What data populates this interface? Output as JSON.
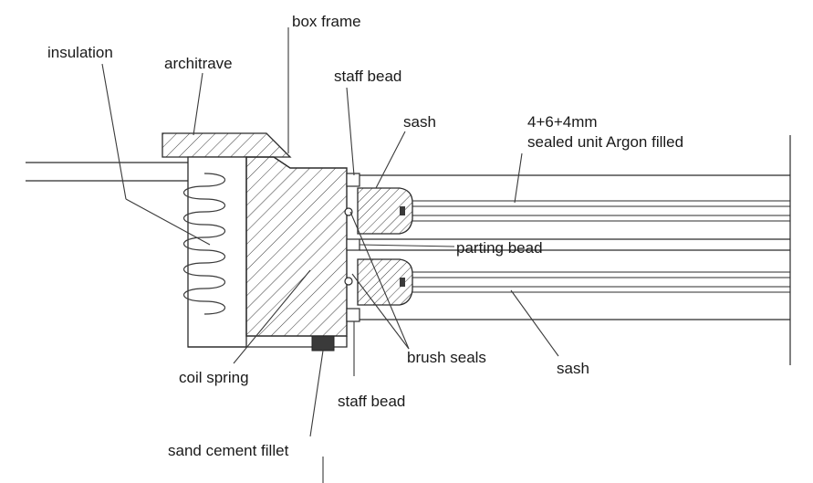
{
  "labels": {
    "insulation": "insulation",
    "architrave": "architrave",
    "box_frame": "box frame",
    "staff_bead_top": "staff bead",
    "sash_top": "sash",
    "glazing_line1": "4+6+4mm",
    "glazing_line2": "sealed unit Argon filled",
    "parting_bead": "parting bead",
    "brush_seals": "brush seals",
    "sash_bottom": "sash",
    "coil_spring": "coil spring",
    "staff_bead_bottom": "staff bead",
    "sand_cement_fillet": "sand cement fillet"
  },
  "colors": {
    "line": "#2b2b2b",
    "text": "#1a1a1a",
    "fillet": "#3a3a3a"
  }
}
